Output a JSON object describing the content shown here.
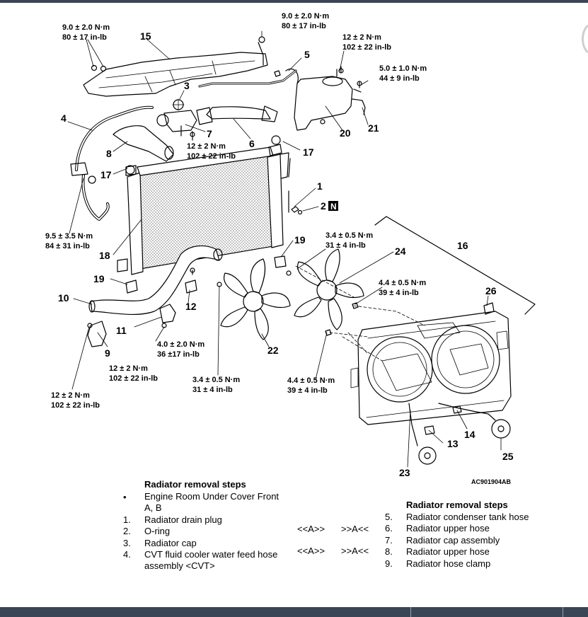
{
  "diagram": {
    "code": "AC901904AB",
    "callouts": [
      {
        "id": "c1",
        "label": "1"
      },
      {
        "id": "c2",
        "label": "2"
      },
      {
        "id": "c3",
        "label": "3"
      },
      {
        "id": "c4",
        "label": "4"
      },
      {
        "id": "c5",
        "label": "5"
      },
      {
        "id": "c6",
        "label": "6"
      },
      {
        "id": "c7",
        "label": "7"
      },
      {
        "id": "c8",
        "label": "8"
      },
      {
        "id": "c9",
        "label": "9"
      },
      {
        "id": "c10",
        "label": "10"
      },
      {
        "id": "c11",
        "label": "11"
      },
      {
        "id": "c12",
        "label": "12"
      },
      {
        "id": "c13",
        "label": "13"
      },
      {
        "id": "c14",
        "label": "14"
      },
      {
        "id": "c15",
        "label": "15"
      },
      {
        "id": "c16",
        "label": "16"
      },
      {
        "id": "c17a",
        "label": "17"
      },
      {
        "id": "c17b",
        "label": "17"
      },
      {
        "id": "c18",
        "label": "18"
      },
      {
        "id": "c19a",
        "label": "19"
      },
      {
        "id": "c19b",
        "label": "19"
      },
      {
        "id": "c20",
        "label": "20"
      },
      {
        "id": "c21",
        "label": "21"
      },
      {
        "id": "c22",
        "label": "22"
      },
      {
        "id": "c23",
        "label": "23"
      },
      {
        "id": "c24",
        "label": "24"
      },
      {
        "id": "c25",
        "label": "25"
      },
      {
        "id": "c26",
        "label": "26"
      }
    ],
    "badge_n": "N",
    "torque": {
      "t1": [
        "9.0 ± 2.0 N·m",
        "80 ± 17 in-lb"
      ],
      "t2": [
        "9.0 ± 2.0 N·m",
        "80 ± 17 in-lb"
      ],
      "t3": [
        "12 ± 2 N·m",
        "102 ± 22 in-lb"
      ],
      "t4": [
        "5.0 ± 1.0 N·m",
        "44 ± 9 in-lb"
      ],
      "t5": [
        "12 ± 2 N·m",
        "102 ± 22 in-lb"
      ],
      "t6": [
        "9.5 ± 3.5 N·m",
        "84 ± 31 in-lb"
      ],
      "t7": [
        "3.4 ± 0.5 N·m",
        "31 ± 4 in-lb"
      ],
      "t8": [
        "4.4 ± 0.5 N·m",
        "39 ± 4 in-lb"
      ],
      "t9": [
        "4.0 ± 2.0 N·m",
        "36 ±17 in-lb"
      ],
      "t10": [
        "12 ± 2 N·m",
        "102 ± 22 in-lb"
      ],
      "t11": [
        "3.4 ± 0.5 N·m",
        "31 ± 4 in-lb"
      ],
      "t12": [
        "4.4 ± 0.5 N·m",
        "39 ± 4 in-lb"
      ],
      "t13": [
        "12 ± 2 N·m",
        "102 ± 22 in-lb"
      ]
    }
  },
  "steps_left": {
    "heading": "Radiator removal steps",
    "items": [
      {
        "no": "•",
        "text": "Engine Room Under Cover Front",
        "text2": "A, B",
        "tag1": "",
        "tag2": ""
      },
      {
        "no": "1.",
        "text": "Radiator drain plug",
        "text2": "",
        "tag1": "",
        "tag2": ""
      },
      {
        "no": "2.",
        "text": "O-ring",
        "text2": "",
        "tag1": "<<A>>",
        "tag2": ">>A<<"
      },
      {
        "no": "3.",
        "text": "Radiator cap",
        "text2": "",
        "tag1": "",
        "tag2": ""
      },
      {
        "no": "4.",
        "text": "CVT fluid cooler water feed hose",
        "text2": "assembly <CVT>",
        "tag1": "<<A>>",
        "tag2": ">>A<<"
      }
    ]
  },
  "steps_right": {
    "heading": "Radiator removal steps",
    "items": [
      {
        "no": "5.",
        "text": "Radiator condenser tank hose"
      },
      {
        "no": "6.",
        "text": "Radiator upper hose"
      },
      {
        "no": "7.",
        "text": "Radiator cap assembly"
      },
      {
        "no": "8.",
        "text": "Radiator upper hose"
      },
      {
        "no": "9.",
        "text": "Radiator hose clamp"
      }
    ]
  }
}
